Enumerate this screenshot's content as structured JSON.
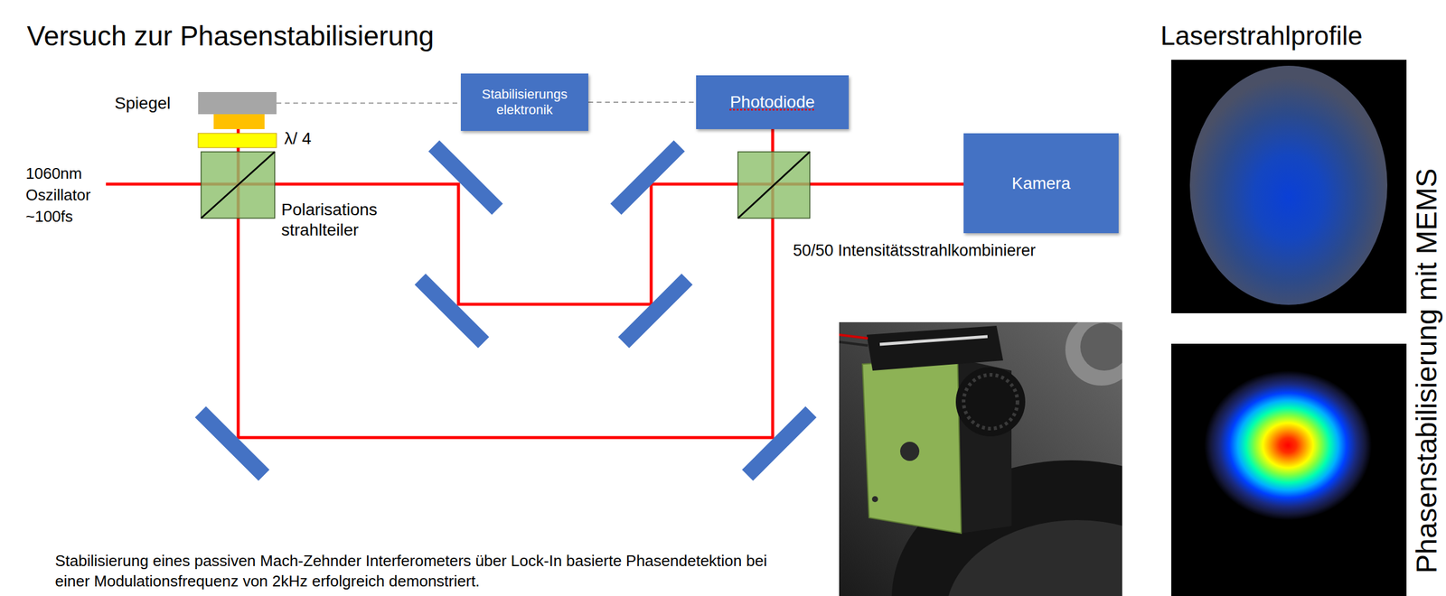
{
  "diagram": {
    "title": "Versuch zur Phasenstabilisierung",
    "caption": "Stabilisierung eines passiven Mach-Zehnder Interferometers über Lock-In basierte Phasendetektion bei einer Modulationsfrequenz von 2kHz erfolgreich demonstriert.",
    "nodes": [
      {
        "text": [
          "Spiegel"
        ]
      },
      {
        "text": [
          "Stabilisierungs elektronik"
        ]
      },
      {
        "text": [
          "Photodiode"
        ]
      },
      {
        "text": [
          "Kamera"
        ]
      }
    ],
    "edges": [
      {
        "from": 0,
        "to": 1,
        "arrow": "none"
      },
      {
        "from": 1,
        "to": 2,
        "arrow": "none"
      }
    ],
    "labels": [
      "λ/ 4",
      "1060nm Oszillator ~100fs",
      "Polarisations strahlteiler",
      "50/50 Intensitätsstrahlkombinierer",
      "Laserstrahlprofile",
      "Phasenstabilisierung mit MEMS"
    ]
  }
}
